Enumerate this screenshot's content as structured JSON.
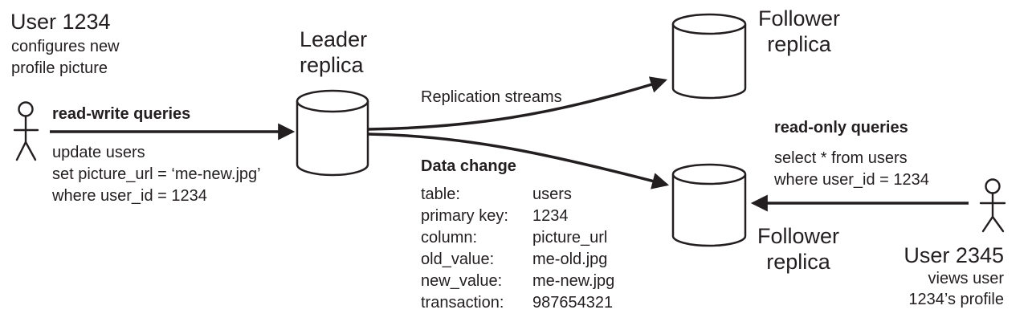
{
  "colors": {
    "ink": "#231f20",
    "background": "#ffffff"
  },
  "left_user": {
    "title": "User 1234",
    "description_line1": "configures new",
    "description_line2": "profile picture",
    "arrow_label": "read-write queries",
    "query_line1": "update users",
    "query_line2": "set picture_url = ‘me-new.jpg’",
    "query_line3": "where user_id = 1234"
  },
  "leader": {
    "name_line1": "Leader",
    "name_line2": "replica"
  },
  "replication": {
    "label": "Replication streams"
  },
  "follower_top": {
    "name_line1": "Follower",
    "name_line2": "replica"
  },
  "follower_bottom": {
    "name_line1": "Follower",
    "name_line2": "replica"
  },
  "data_change": {
    "title": "Data change",
    "rows": [
      {
        "label": "table:",
        "value": "users"
      },
      {
        "label": "primary key:",
        "value": "1234"
      },
      {
        "label": "column:",
        "value": "picture_url"
      },
      {
        "label": "old_value:",
        "value": "me-old.jpg"
      },
      {
        "label": "new_value:",
        "value": "me-new.jpg"
      },
      {
        "label": "transaction:",
        "value": "987654321"
      }
    ]
  },
  "right_user": {
    "arrow_label": "read-only queries",
    "query_line1": "select * from users",
    "query_line2": "where user_id = 1234",
    "title": "User 2345",
    "description_line1": "views user",
    "description_line2": "1234’s profile"
  }
}
